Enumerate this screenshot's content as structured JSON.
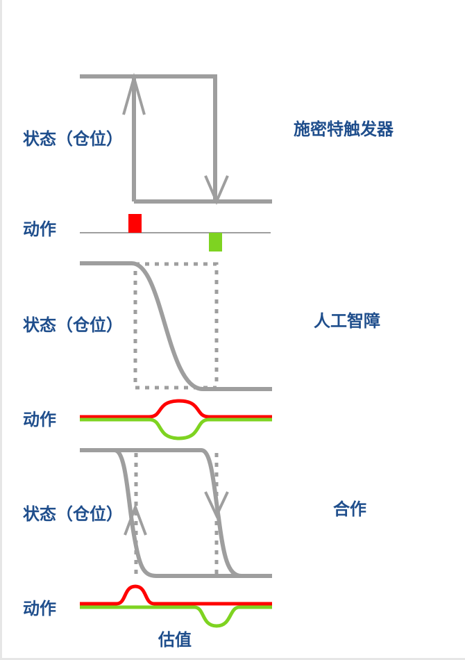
{
  "panels": [
    {
      "title": "施密特触发器",
      "state_label": "状态（仓位）",
      "action_label": "动作"
    },
    {
      "title": "人工智障",
      "state_label": "状态（仓位）",
      "action_label": "动作"
    },
    {
      "title": "合作",
      "state_label": "状态（仓位）",
      "action_label": "动作",
      "bottom_label": "估值"
    }
  ],
  "colors": {
    "text": "#1f4e8c",
    "line": "#9e9e9e",
    "buy": "#ff0000",
    "sell": "#7ed321"
  }
}
